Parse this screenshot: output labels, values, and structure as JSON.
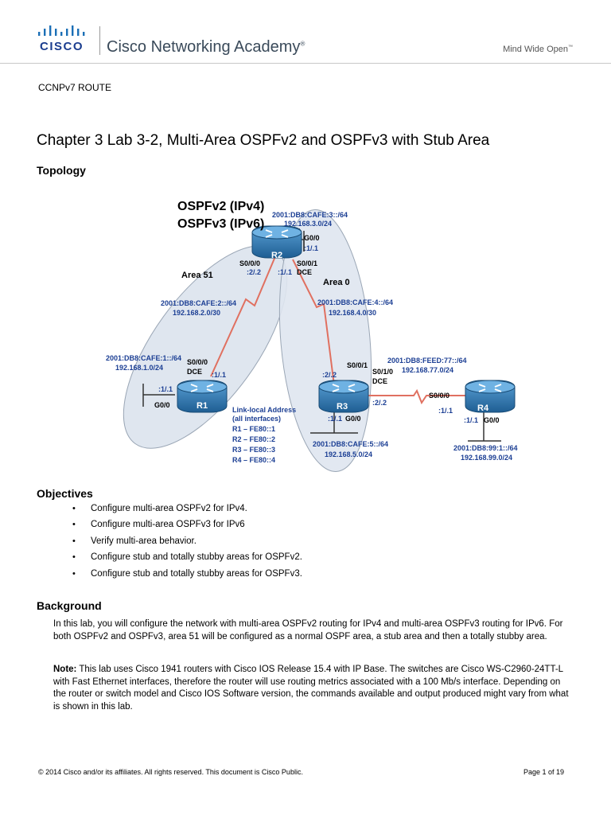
{
  "header": {
    "logo_text": "CISCO",
    "brand": "Cisco Networking Academy",
    "brand_mark": "®",
    "tagline": "Mind Wide Open",
    "tagline_mark": "™"
  },
  "course": "CCNPv7 ROUTE",
  "title": "Chapter 3 Lab 3-2, Multi-Area OSPFv2 and OSPFv3 with Stub Area",
  "sections": {
    "topology": "Topology",
    "objectives": "Objectives",
    "background": "Background"
  },
  "topology": {
    "heading_line1": "OSPFv2 (IPv4)",
    "heading_line2": "OSPFv3 (IPv6)",
    "area_51": "Area 51",
    "area_0": "Area 0",
    "routers": [
      "R1",
      "R2",
      "R3",
      "R4"
    ],
    "r2_lan_v6": "2001:DB8:CAFE:3::/64",
    "r2_lan_v4": "192.168.3.0/24",
    "r2_g00": "G0/0",
    "r2_g00_addr": ":1/.1",
    "r2_s000": "S0/0/0",
    "r2_s000_addr": ":2/.2",
    "r2_s001": "S0/0/1",
    "r2_s001_addr": ":1/.1",
    "r2_dce": "DCE",
    "link12_v6": "2001:DB8:CAFE:2::/64",
    "link12_v4": "192.168.2.0/30",
    "link23_v6": "2001:DB8:CAFE:4::/64",
    "link23_v4": "192.168.4.0/30",
    "r1_lan_v6": "2001:DB8:CAFE:1::/64",
    "r1_lan_v4": "192.168.1.0/24",
    "r1_s000": "S0/0/0",
    "r1_dce": "DCE",
    "r1_s000_addr": ":1/.1",
    "r1_g00": "G0/0",
    "r1_g00_addr": ":1/.1",
    "link_local_title1": "Link-local Address",
    "link_local_title2": "(all interfaces)",
    "link_local": [
      "R1 – FE80::1",
      "R2 – FE80::2",
      "R3 – FE80::3",
      "R4 – FE80::4"
    ],
    "r3_s001": "S0/0/1",
    "r3_s001_addr": ":2/.2",
    "r3_s010": "S0/1/0",
    "r3_dce": "DCE",
    "r3_s010_addr": ":2/.2",
    "r3_g00": "G0/0",
    "r3_g00_addr": ":1/.1",
    "r3_lan_v6": "2001:DB8:CAFE:5::/64",
    "r3_lan_v4": "192.168.5.0/24",
    "link34_v6": "2001:DB8:FEED:77::/64",
    "link34_v4": "192.168.77.0/24",
    "r4_s000": "S0/0/0",
    "r4_s000_addr": ":1/.1",
    "r4_g00": "G0/0",
    "r4_g00_addr": ":1/.1",
    "r4_lan_v6": "2001:DB8:99:1::/64",
    "r4_lan_v4": "192.168.99.0/24"
  },
  "objectives": [
    "Configure multi-area OSPFv2 for IPv4.",
    "Configure multi-area OSPFv3 for IPv6",
    "Verify multi-area behavior.",
    "Configure stub and totally stubby areas for OSPFv2.",
    "Configure stub and totally stubby areas for OSPFv3."
  ],
  "background": {
    "para1": "In this lab, you will configure the network with multi-area OSPFv2 routing for IPv4 and multi-area OSPFv3 routing for IPv6. For both OSPFv2 and OSPFv3, area 51 will be configured as a normal OSPF area, a stub area and then a totally stubby area.",
    "note_label": "Note:",
    "note_text": " This lab uses Cisco 1941 routers with Cisco IOS Release 15.4 with IP Base. The switches are Cisco WS-C2960-24TT-L with Fast Ethernet interfaces, therefore the router will use routing metrics associated with a 100 Mb/s interface. Depending on the router or switch model and Cisco IOS Software version, the commands available and output produced might vary from what is shown in this lab."
  },
  "footer": {
    "copyright": "© 2014 Cisco and/or its affiliates. All rights reserved. This document is Cisco Public.",
    "page": "Page 1 of 19"
  },
  "colors": {
    "brand_blue": "#1b3d8f",
    "label_blue": "#1c3f94",
    "router_blue": "#2a6fa8",
    "serial_link": "#e07060",
    "area_fill": "#dfe6ef"
  }
}
